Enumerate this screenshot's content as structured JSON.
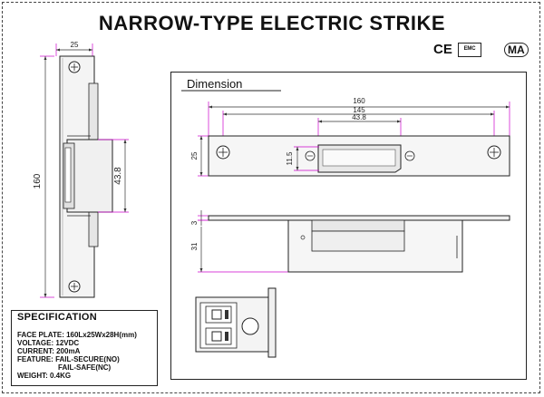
{
  "title": "NARROW-TYPE ELECTRIC STRIKE",
  "certifications": {
    "ce": "CE",
    "emc": "EMC",
    "ma": "MA"
  },
  "dimension_section": {
    "title": "Dimension"
  },
  "left_drawing": {
    "width_label": "25",
    "height_label": "160",
    "latch_label": "43.8"
  },
  "front_view": {
    "overall_length": "160",
    "hole_spacing": "145",
    "latch_length": "43.8",
    "plate_height": "25",
    "latch_height": "11.5"
  },
  "side_view": {
    "plate_thickness": "3",
    "body_depth": "31"
  },
  "specification": {
    "title": "SPECIFICATION",
    "lines": [
      "FACE PLATE: 160Lx25Wx28H(mm)",
      "VOLTAGE: 12VDC",
      "CURRENT: 200mA",
      "FEATURE:  FAIL-SECURE(NO)",
      "FAIL-SAFE(NC)",
      "WEIGHT:    0.4KG"
    ]
  }
}
